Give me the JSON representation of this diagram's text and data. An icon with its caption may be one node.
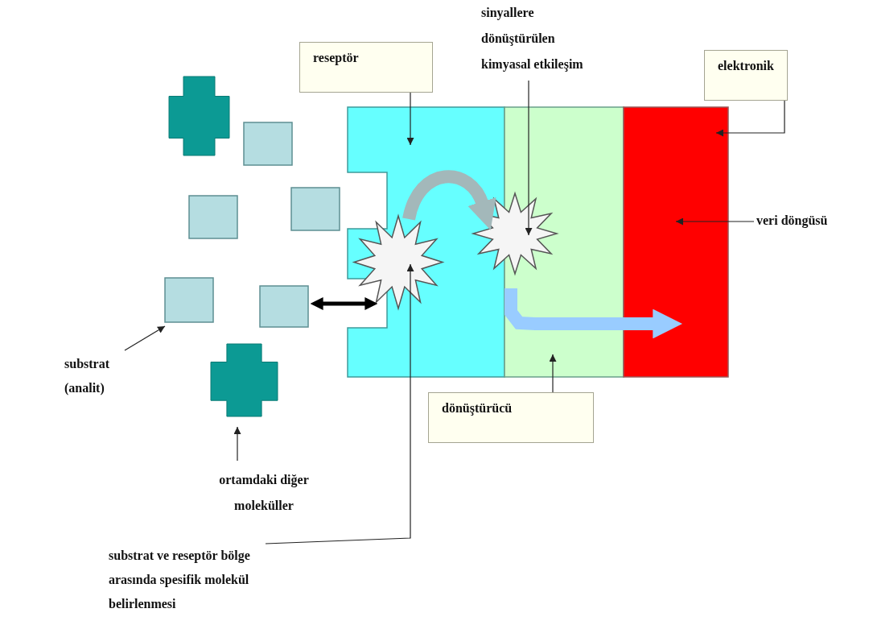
{
  "diagram": {
    "nodes": [
      {
        "text": [
          "reseptör"
        ]
      },
      {
        "text": [
          "sinyallere dönüştürülen kimyasal etkileşim"
        ]
      },
      {
        "text": [
          "elektronik"
        ]
      },
      {
        "text": [
          "veri döngüsü"
        ]
      },
      {
        "text": [
          "dönüştürücü"
        ]
      },
      {
        "text": [
          "substrat (analit)"
        ]
      },
      {
        "text": [
          "ortamdaki diğer moleküller"
        ]
      },
      {
        "text": [
          "substrat ve reseptör bölge arasında spesifik molekül belirlenmesi"
        ]
      },
      {
        "text": [],
        "shape": "box"
      },
      {
        "text": [],
        "shape": "box"
      },
      {
        "text": [],
        "shape": "box"
      },
      {
        "text": [],
        "shape": "starburst",
        "in": 8
      },
      {
        "text": [],
        "shape": "starburst"
      },
      {
        "text": [],
        "shape": "cross"
      },
      {
        "text": [],
        "shape": "box"
      },
      {
        "text": [],
        "shape": "box"
      },
      {
        "text": [],
        "shape": "box"
      },
      {
        "text": [],
        "shape": "box"
      },
      {
        "text": [],
        "shape": "box"
      },
      {
        "text": [],
        "shape": "cross"
      }
    ],
    "edges": [
      {
        "from": 0,
        "to": 8,
        "arrow": "to"
      },
      {
        "from": 1,
        "to": 12,
        "arrow": "to"
      },
      {
        "from": 2,
        "to": 10,
        "arrow": "to"
      },
      {
        "from": 3,
        "to": 10,
        "arrow": "to"
      },
      {
        "from": 4,
        "to": 9,
        "arrow": "to"
      },
      {
        "from": 5,
        "to": 17,
        "arrow": "to"
      },
      {
        "from": 6,
        "to": 19,
        "arrow": "to"
      },
      {
        "from": 7,
        "to": 11,
        "arrow": "to"
      },
      {
        "from": 18,
        "to": 8,
        "arrow": "both",
        "style": "thick"
      },
      {
        "from": 11,
        "to": 12,
        "arrow": "to",
        "style": "thick",
        "color": "#a3b8ba"
      },
      {
        "from": 9,
        "to": 10,
        "arrow": "to",
        "style": "thick",
        "color": "#99ccff"
      }
    ]
  }
}
